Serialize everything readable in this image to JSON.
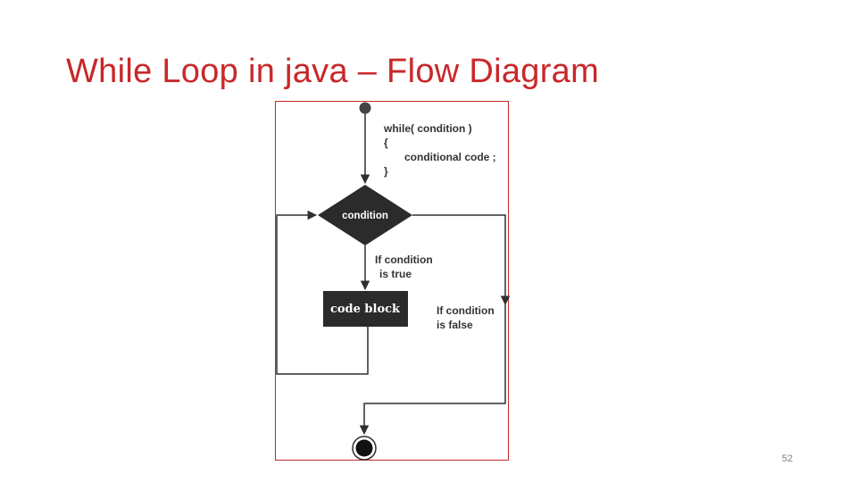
{
  "slide": {
    "title": "While Loop in java – Flow Diagram",
    "page_number": "52"
  },
  "colors": {
    "title": "#c8282a",
    "frame_border": "#c8282a",
    "node_fill": "#2b2b2b",
    "edge": "#2f2f2f"
  },
  "diagram": {
    "code_snippet": [
      "while( condition )",
      "{",
      "conditional code ;",
      "}"
    ],
    "nodes": {
      "start": {
        "shape": "filled-circle"
      },
      "condition": {
        "shape": "diamond",
        "label": "condition"
      },
      "code_block": {
        "shape": "rectangle",
        "label": "code block"
      },
      "end": {
        "shape": "bullseye"
      }
    },
    "edges": {
      "true_label": [
        "If condition",
        "is true"
      ],
      "false_label": [
        "If condition",
        "is false"
      ]
    }
  }
}
